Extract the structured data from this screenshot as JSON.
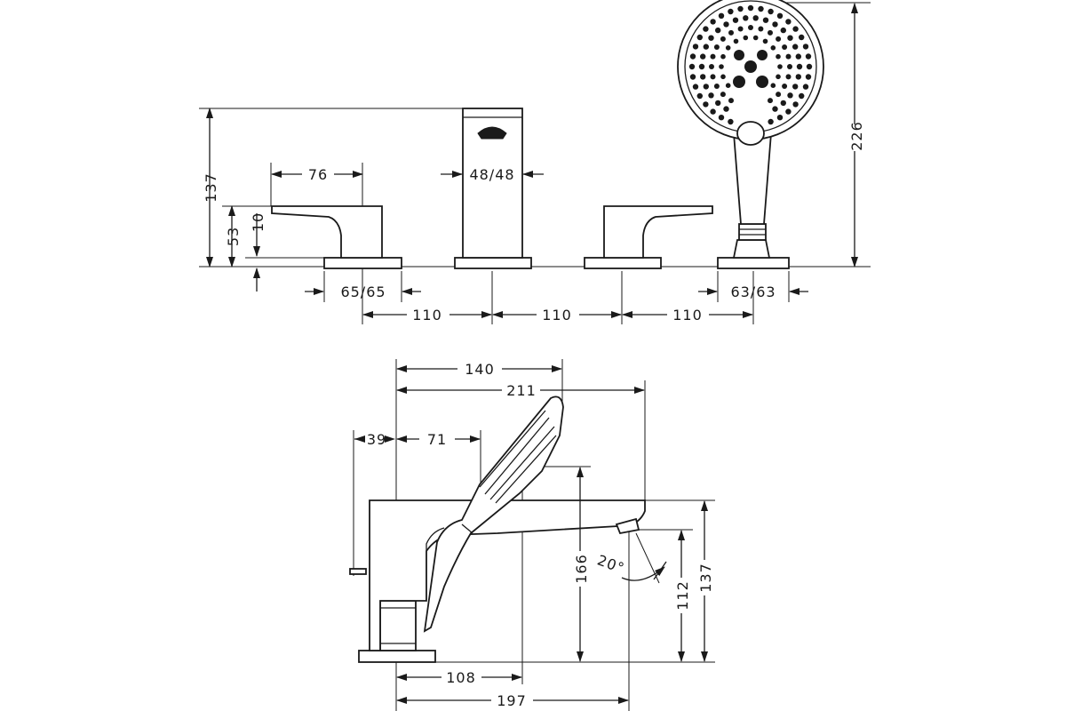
{
  "top_view": {
    "dim_137": "137",
    "dim_53": "53",
    "dim_10": "10",
    "dim_76": "76",
    "dim_48_48": "48/48",
    "dim_65_65": "65/65",
    "dim_110_a": "110",
    "dim_110_b": "110",
    "dim_110_c": "110",
    "dim_63_63": "63/63",
    "dim_226": "226"
  },
  "side_view": {
    "dim_140": "140",
    "dim_211": "211",
    "dim_39": "39",
    "dim_71": "71",
    "dim_166": "166",
    "dim_20deg": "20°",
    "dim_112": "112",
    "dim_137": "137",
    "dim_108": "108",
    "dim_197": "197"
  }
}
